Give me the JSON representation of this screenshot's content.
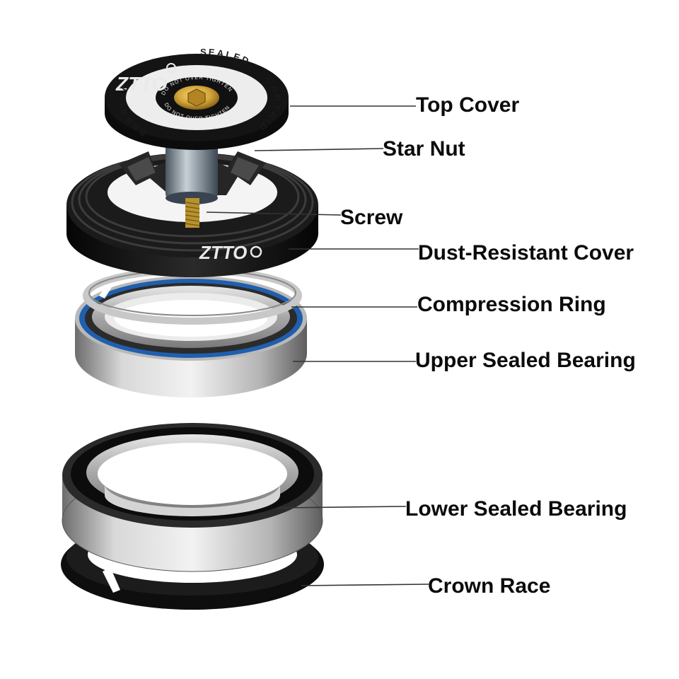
{
  "labels": {
    "top_cover": "Top Cover",
    "star_nut": "Star Nut",
    "screw": "Screw",
    "dust_cover": "Dust-Resistant Cover",
    "compression_ring": "Compression Ring",
    "upper_bearing": "Upper Sealed Bearing",
    "lower_bearing": "Lower Sealed Bearing",
    "crown_race": "Crown Race"
  },
  "top_cap": {
    "brand": "ZTTO",
    "ring_text_top": "SEALED",
    "ring_text_right": "CARTRIDGE",
    "ring_text_left": "BEARINGS",
    "warning_top": "DO NOT OVER TIGHTEN",
    "warning_bottom": "DO NOT OVER TIGHTEN"
  },
  "dust_cover": {
    "brand": "ZTTO"
  },
  "colors": {
    "black_part": "#111111",
    "steel": "#b8b8b8",
    "bearing_seal_blue": "#1f5fae",
    "brass": "#d4a53a",
    "leader_line": "#333333"
  }
}
